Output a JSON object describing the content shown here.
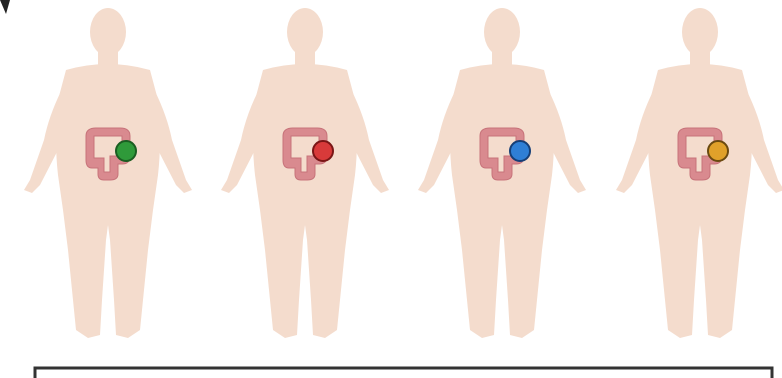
{
  "colors": {
    "skin": "#f4dccd",
    "skin_shade": "#ecccb8",
    "colon": "#d98a8f",
    "colon_dark": "#c7737a",
    "bracket": "#333333",
    "corner_mark": "#222222"
  },
  "figures": [
    {
      "id": "figure-1",
      "marker_color": "#2f9a3a",
      "marker_stroke": "#1b5e22"
    },
    {
      "id": "figure-2",
      "marker_color": "#d83a3a",
      "marker_stroke": "#7a1616"
    },
    {
      "id": "figure-3",
      "marker_color": "#2f7fd6",
      "marker_stroke": "#163f77"
    },
    {
      "id": "figure-4",
      "marker_color": "#e0a12a",
      "marker_stroke": "#6b4a10"
    }
  ]
}
